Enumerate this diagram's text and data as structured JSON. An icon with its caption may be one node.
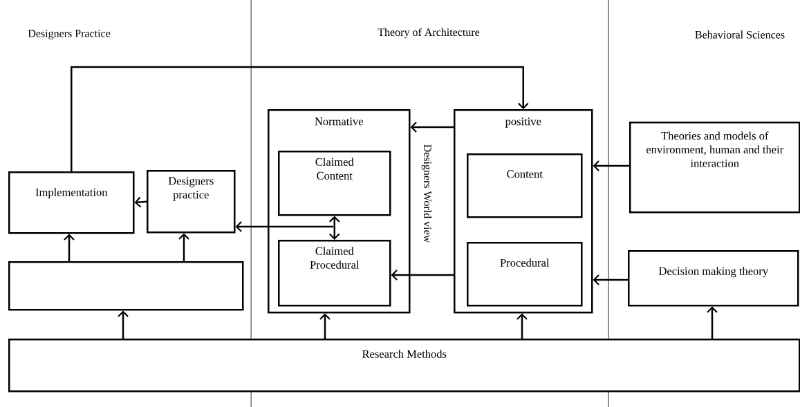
{
  "diagram": {
    "nodes": [
      {
        "text": [
          "Implementation"
        ]
      },
      {
        "text": [
          "Designers practice"
        ]
      },
      {
        "text": [],
        "shape": "box"
      },
      {
        "text": [
          "Normative"
        ]
      },
      {
        "text": [
          "Claimed Content"
        ],
        "in": 3
      },
      {
        "text": [
          "Claimed Procedural"
        ],
        "in": 3
      },
      {
        "text": [
          "positive"
        ]
      },
      {
        "text": [
          "Content"
        ],
        "in": 6
      },
      {
        "text": [
          "Procedural"
        ],
        "in": 6
      },
      {
        "text": [
          "Theories and models of environment, human and their interaction"
        ]
      },
      {
        "text": [
          "Decision making theory"
        ]
      },
      {
        "text": [
          "Research Methods"
        ]
      }
    ],
    "edges": [
      {
        "from": 0,
        "to": 6,
        "arrow": "to"
      },
      {
        "from": 1,
        "to": 0,
        "arrow": "to"
      },
      {
        "from": 2,
        "to": 0,
        "arrow": "to"
      },
      {
        "from": 2,
        "to": 1,
        "arrow": "to"
      },
      {
        "from": 4,
        "to": 5,
        "arrow": "both"
      },
      {
        "from": null,
        "to": 1,
        "arrow": "to"
      },
      {
        "from": 6,
        "to": 3,
        "arrow": "to"
      },
      {
        "from": 6,
        "to": 5,
        "arrow": "to"
      },
      {
        "from": 9,
        "to": 6,
        "arrow": "to"
      },
      {
        "from": 10,
        "to": 6,
        "arrow": "to"
      },
      {
        "from": 11,
        "to": 2,
        "arrow": "to"
      },
      {
        "from": 11,
        "to": 3,
        "arrow": "to"
      },
      {
        "from": 11,
        "to": 6,
        "arrow": "to"
      },
      {
        "from": 11,
        "to": 10,
        "arrow": "to"
      }
    ],
    "labels": [
      "Designers Practice",
      "Theory of Architecture",
      "Behavioral Sciences",
      "Designers World view"
    ]
  }
}
